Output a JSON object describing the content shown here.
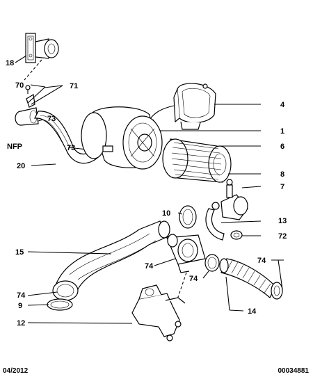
{
  "callouts": {
    "c18": "18",
    "c70": "70",
    "c71": "71",
    "c73a": "73",
    "cNFP": "NFP",
    "c73b": "73",
    "c20": "20",
    "c4": "4",
    "c1": "1",
    "c6": "6",
    "c8": "8",
    "c7": "7",
    "c10": "10",
    "c13": "13",
    "c72": "72",
    "c15": "15",
    "c74a": "74",
    "c74b": "74",
    "c74c": "74",
    "c74d": "74",
    "c9": "9",
    "c14": "14",
    "c12": "12"
  },
  "footer": {
    "date": "04/2012",
    "ref": "00034881"
  }
}
